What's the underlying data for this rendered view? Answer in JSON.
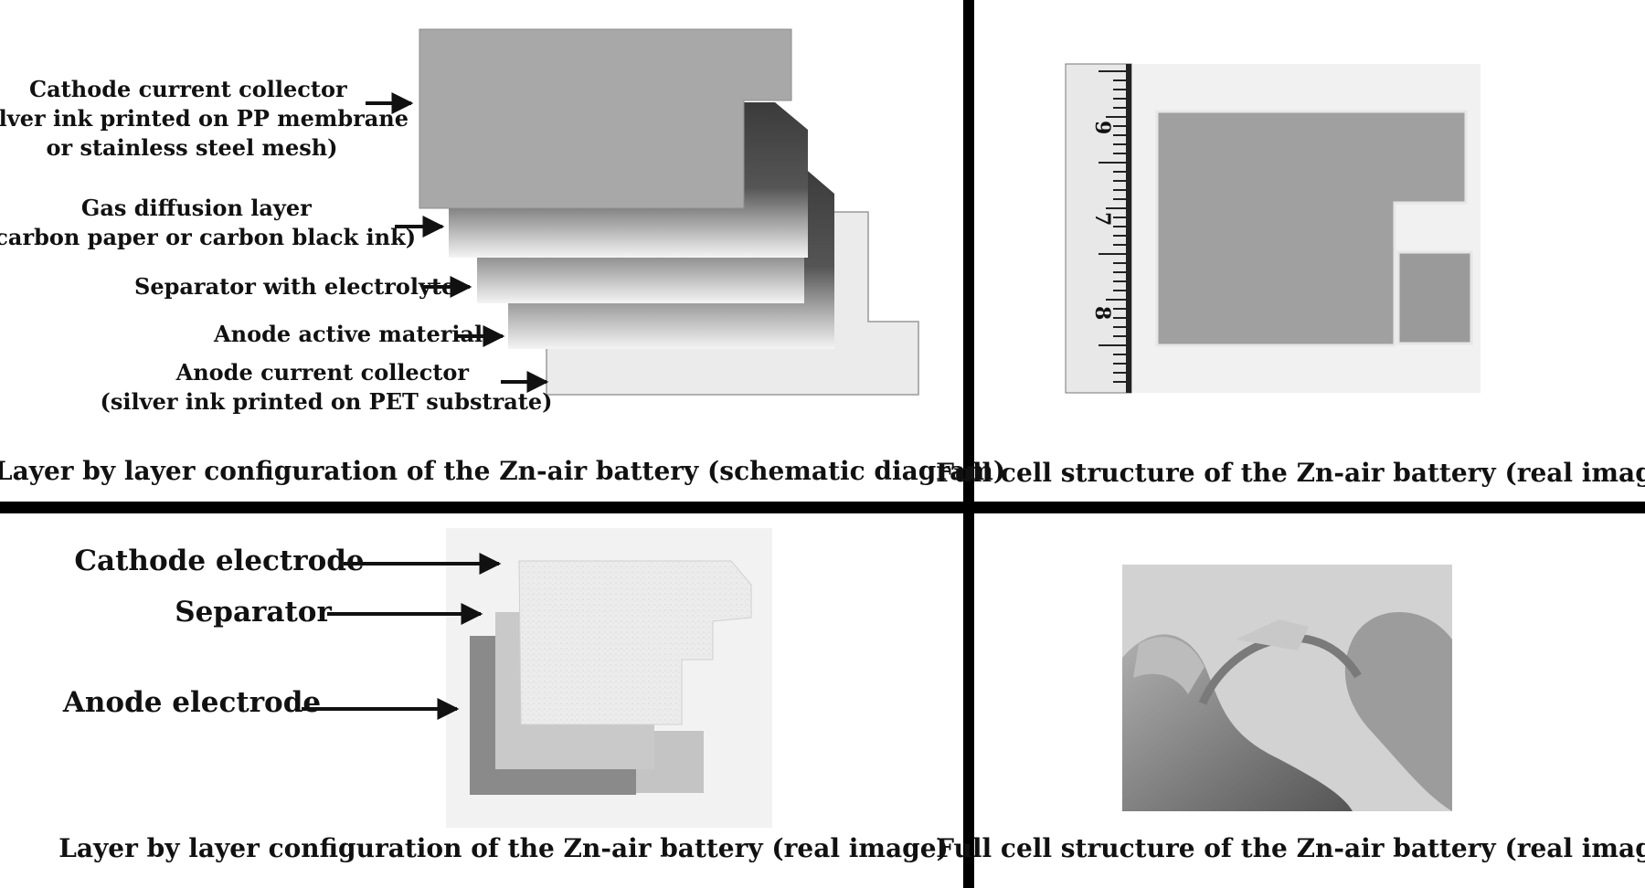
{
  "panels": {
    "top_left": {
      "caption": "Layer by layer configuration of the Zn-air battery (schematic diagram)",
      "labels": {
        "cathode_cc": [
          "Cathode current collector",
          "(silver ink printed on PP membrane",
          "or stainless steel mesh)"
        ],
        "gdl": [
          "Gas diffusion layer",
          "(carbon paper or carbon black ink)"
        ],
        "separator": "Separator with electrolyte",
        "anode_active": "Anode active material",
        "anode_cc": [
          "Anode current collector",
          "(silver ink printed on PET substrate)"
        ]
      }
    },
    "top_right": {
      "caption": "Full cell structure of the Zn-air battery (real image)",
      "ruler_numbers": [
        "9",
        "7",
        "8"
      ]
    },
    "bottom_left": {
      "caption": "Layer by layer configuration of the Zn-air battery (real image)",
      "labels": {
        "cathode": "Cathode electrode",
        "separator": "Separator",
        "anode": "Anode electrode"
      }
    },
    "bottom_right": {
      "caption": "Full cell structure of the Zn-air battery (real image)"
    }
  }
}
